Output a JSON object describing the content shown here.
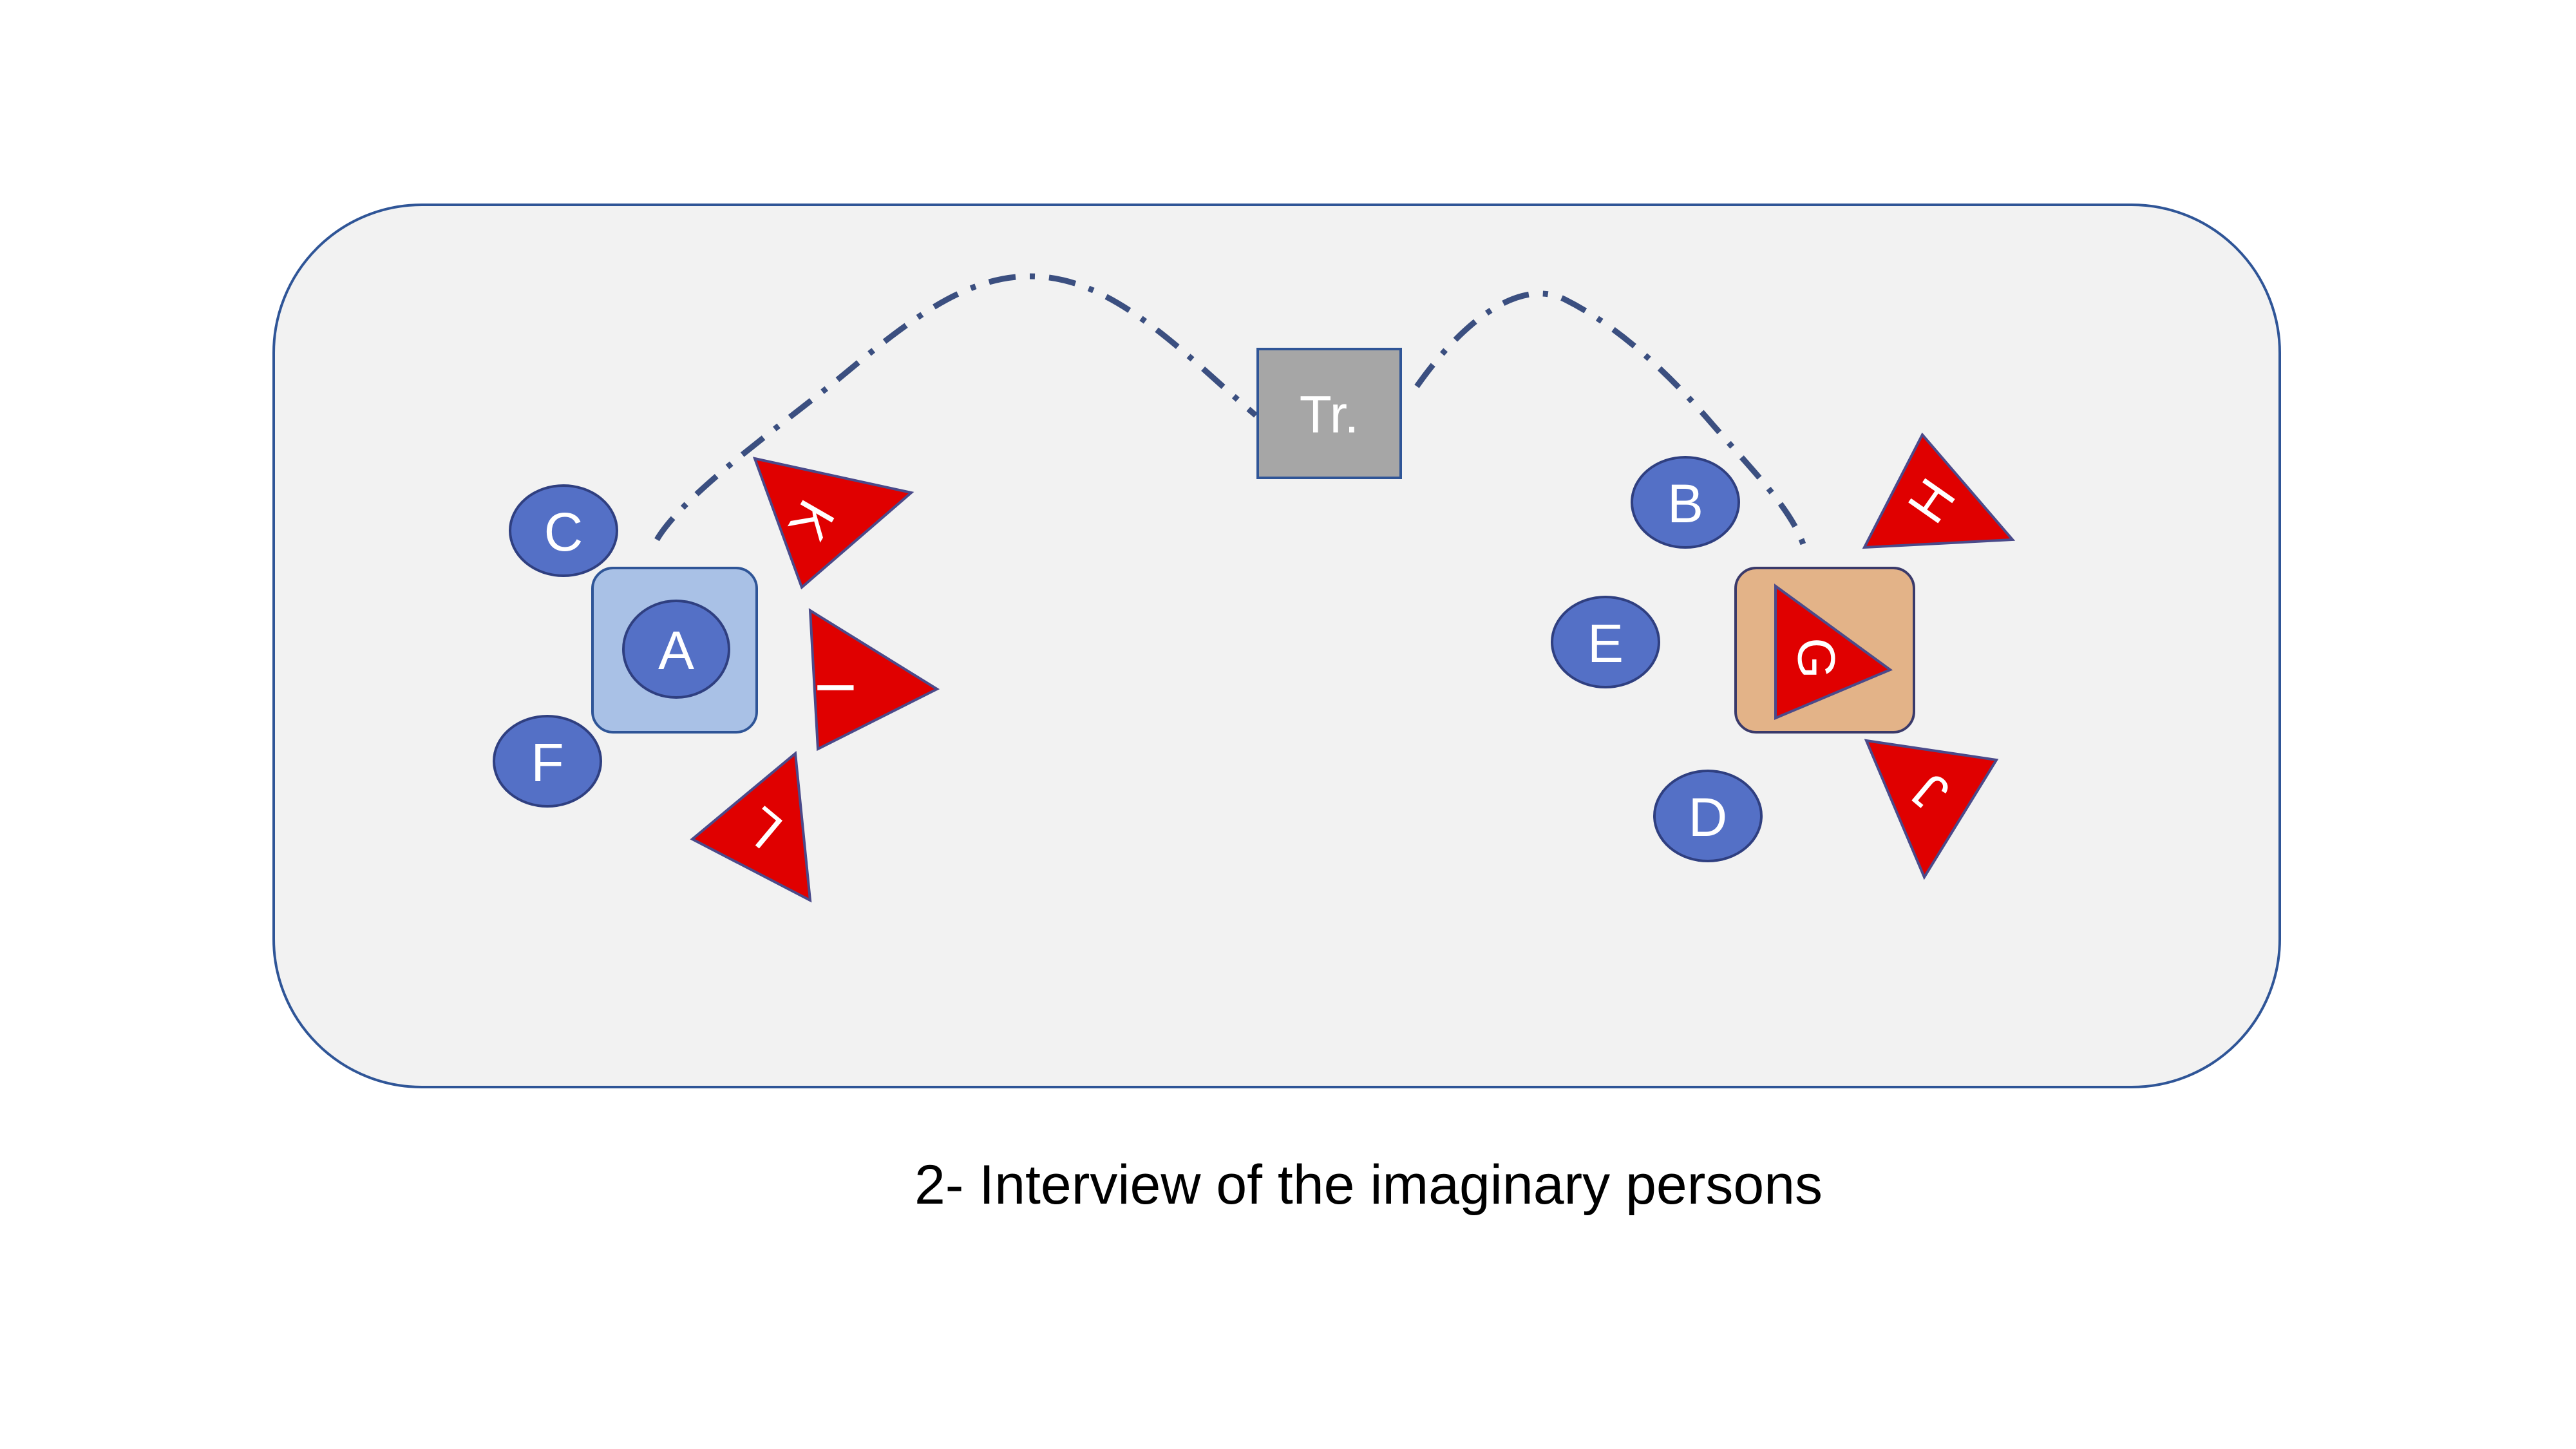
{
  "colors": {
    "room_fill": "#f2f2f2",
    "room_stroke": "#2f5597",
    "person_fill": "#5470c6",
    "person_stroke": "#2f3f80",
    "imaginary_fill": "#e00000",
    "imaginary_stroke": "#4a4a8a",
    "chair_a_fill": "#a9c1e6",
    "chair_a_stroke": "#2f5597",
    "chair_g_fill": "#e3b388",
    "chair_g_stroke": "#3a3a6a",
    "translator_fill": "#a6a6a6",
    "translator_stroke": "#2f5597",
    "path_stroke": "#3b4f80"
  },
  "translator": {
    "label": "Tr."
  },
  "persons": [
    {
      "id": "A",
      "label": "A"
    },
    {
      "id": "B",
      "label": "B"
    },
    {
      "id": "C",
      "label": "C"
    },
    {
      "id": "D",
      "label": "D"
    },
    {
      "id": "E",
      "label": "E"
    },
    {
      "id": "F",
      "label": "F"
    }
  ],
  "imaginary_persons": [
    {
      "id": "G",
      "label": "G"
    },
    {
      "id": "H",
      "label": "H"
    },
    {
      "id": "I",
      "label": "I"
    },
    {
      "id": "J",
      "label": "J"
    },
    {
      "id": "K",
      "label": "K"
    },
    {
      "id": "L",
      "label": "L"
    }
  ],
  "caption": "2-  Interview of the imaginary persons"
}
